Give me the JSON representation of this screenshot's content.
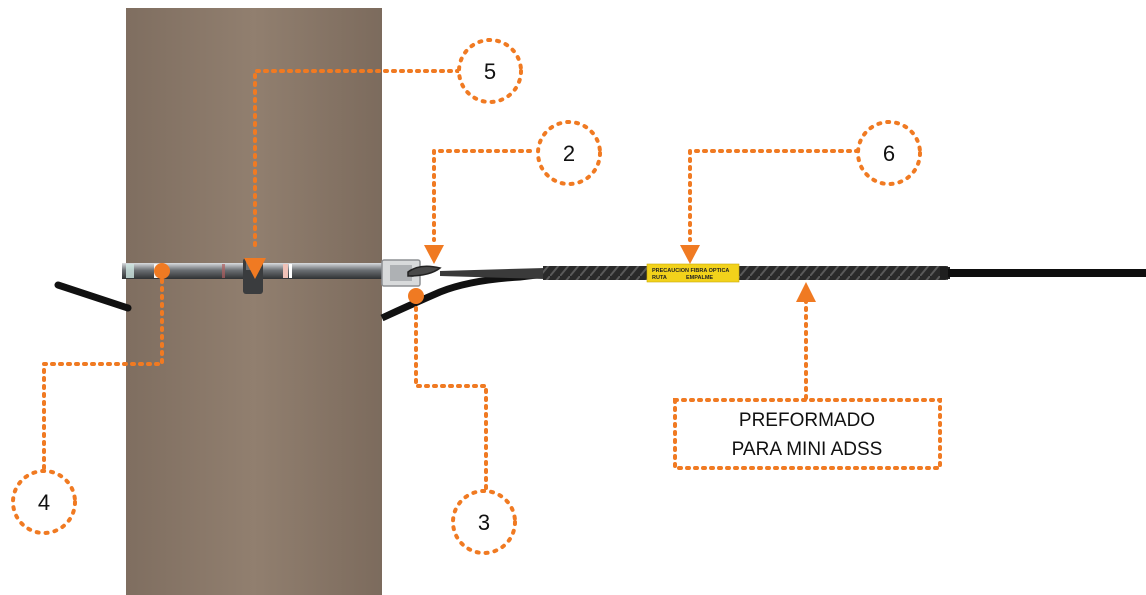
{
  "callouts": {
    "c2": "2",
    "c3": "3",
    "c4": "4",
    "c5": "5",
    "c6": "6"
  },
  "preformado_box": {
    "line1": "PREFORMADO",
    "line2": "PARA MINI ADSS"
  },
  "cable_tag": {
    "line1": "PRECAUCION FIBRA OPTICA",
    "line2a": "RUTA",
    "line2b": "EMPALME"
  },
  "colors": {
    "accent": "#F07A22",
    "pole": "#8E7D6D",
    "cable": "#111111",
    "tag": "#F2D21B"
  }
}
